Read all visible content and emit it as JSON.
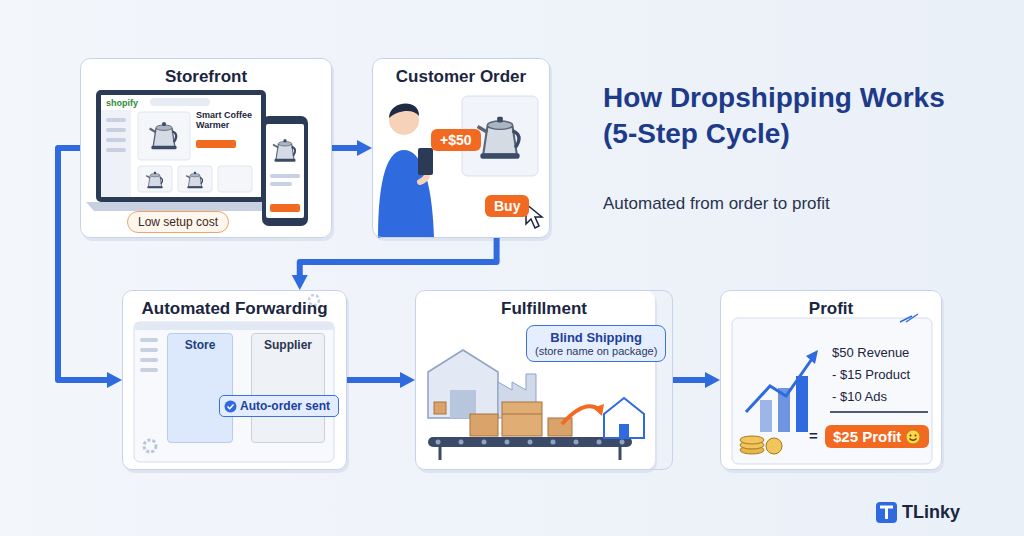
{
  "diagram": {
    "title": "How Dropshipping Works (5-Step Cycle)",
    "caption": "Automated from order to profit",
    "nodes": [
      {
        "text": [
          "Storefront"
        ]
      },
      {
        "text": [
          "Low setup cost"
        ],
        "in": 0
      },
      {
        "text": [
          "Customer Order"
        ]
      },
      {
        "text": [
          "+$50"
        ],
        "in": 2
      },
      {
        "text": [
          "Buy"
        ],
        "in": 2
      },
      {
        "text": [
          "Automated Forwarding"
        ]
      },
      {
        "text": [
          "Store"
        ],
        "in": 5
      },
      {
        "text": [
          "Supplier"
        ],
        "in": 5
      },
      {
        "text": [
          "Auto-order sent"
        ],
        "in": 5
      },
      {
        "text": [
          "Fulfillment"
        ]
      },
      {
        "text": [
          "Blind Shipping",
          "(store name on package)"
        ],
        "in": 9
      },
      {
        "text": [
          "Profit"
        ]
      },
      {
        "text": [
          "$25 Profit"
        ],
        "in": 11
      }
    ],
    "edges": [
      {
        "from": 0,
        "to": 2,
        "arrow": "to"
      },
      {
        "from": 2,
        "to": 5,
        "arrow": "to"
      },
      {
        "from": 0,
        "to": 5,
        "arrow": "to"
      },
      {
        "from": 5,
        "to": 9,
        "arrow": "to"
      },
      {
        "from": 9,
        "to": 11,
        "arrow": "to"
      }
    ],
    "labels": [
      "shopify",
      "Smart Coffee Warmer",
      "$50 Revenue",
      "- $15 Product",
      "- $10 Ads",
      "=",
      "TLinky"
    ]
  }
}
